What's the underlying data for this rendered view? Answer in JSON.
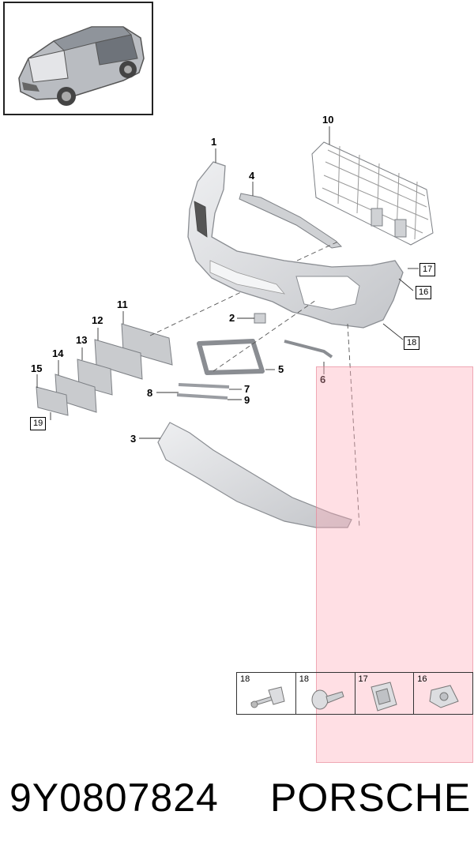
{
  "callouts": {
    "c1": "1",
    "c2": "2",
    "c3": "3",
    "c4": "4",
    "c5": "5",
    "c6": "6",
    "c7": "7",
    "c8": "8",
    "c9": "9",
    "c10": "10",
    "c11": "11",
    "c12": "12",
    "c13": "13",
    "c14": "14",
    "c15": "15"
  },
  "boxed_callouts": {
    "b16": "16",
    "b17": "17",
    "b18": "18",
    "b19": "19"
  },
  "legend": [
    {
      "number": "18",
      "icon": "push-rivet-icon"
    },
    {
      "number": "18",
      "icon": "round-clip-icon"
    },
    {
      "number": "17",
      "icon": "bracket-clip-icon"
    },
    {
      "number": "16",
      "icon": "mount-clip-icon"
    }
  ],
  "footer": {
    "part_number": "9Y0807824",
    "brand": "PORSCHE"
  },
  "colors": {
    "highlight": "#ffaab9",
    "part_fill": "#d9dadd",
    "part_stroke": "#8a8d92"
  }
}
